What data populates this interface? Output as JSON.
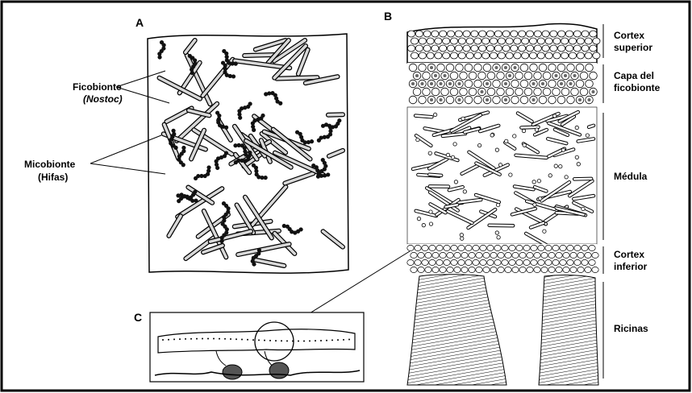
{
  "panels": {
    "a": "A",
    "b": "B",
    "c": "C"
  },
  "labels_a": {
    "ficobionte": "Ficobionte",
    "nostoc": "(Nostoc)",
    "micobionte": "Micobionte",
    "hifas": "(Hifas)"
  },
  "labels_b": {
    "cortex_sup_1": "Cortex",
    "cortex_sup_2": "superior",
    "capa_1": "Capa del",
    "capa_2": "ficobionte",
    "medula": "Médula",
    "cortex_inf_1": "Cortex",
    "cortex_inf_2": "inferior",
    "ricinas": "Ricinas"
  }
}
